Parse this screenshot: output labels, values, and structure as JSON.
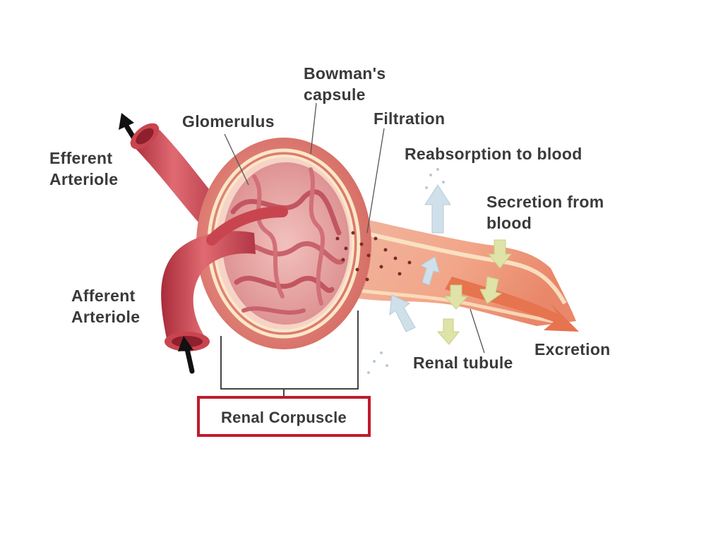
{
  "labels": {
    "efferent_line1": "Efferent",
    "efferent_line2": "Arteriole",
    "glomerulus": "Glomerulus",
    "bowman_line1": "Bowman's",
    "bowman_line2": "capsule",
    "filtration": "Filtration",
    "reabsorption": "Reabsorption to blood",
    "secretion_line1": "Secretion from",
    "secretion_line2": "blood",
    "afferent_line1": "Afferent",
    "afferent_line2": "Arteriole",
    "excretion": "Excretion",
    "renal_tubule": "Renal tubule",
    "renal_corpuscle": "Renal Corpuscle"
  },
  "colors": {
    "label_text": "#3a3a3a",
    "highlight_box": "#c01a2c",
    "arteriole": "#c8454f",
    "capsule": "#e3867c",
    "capsule_lining": "#fbe7c6",
    "glomerulus": "#e3a3a3",
    "tubule": "#eda58a",
    "filtration_particles": "#7a2b2b",
    "reabsorption_arrow": "#cfe0ea",
    "secretion_arrow": "#dfe3a8"
  }
}
